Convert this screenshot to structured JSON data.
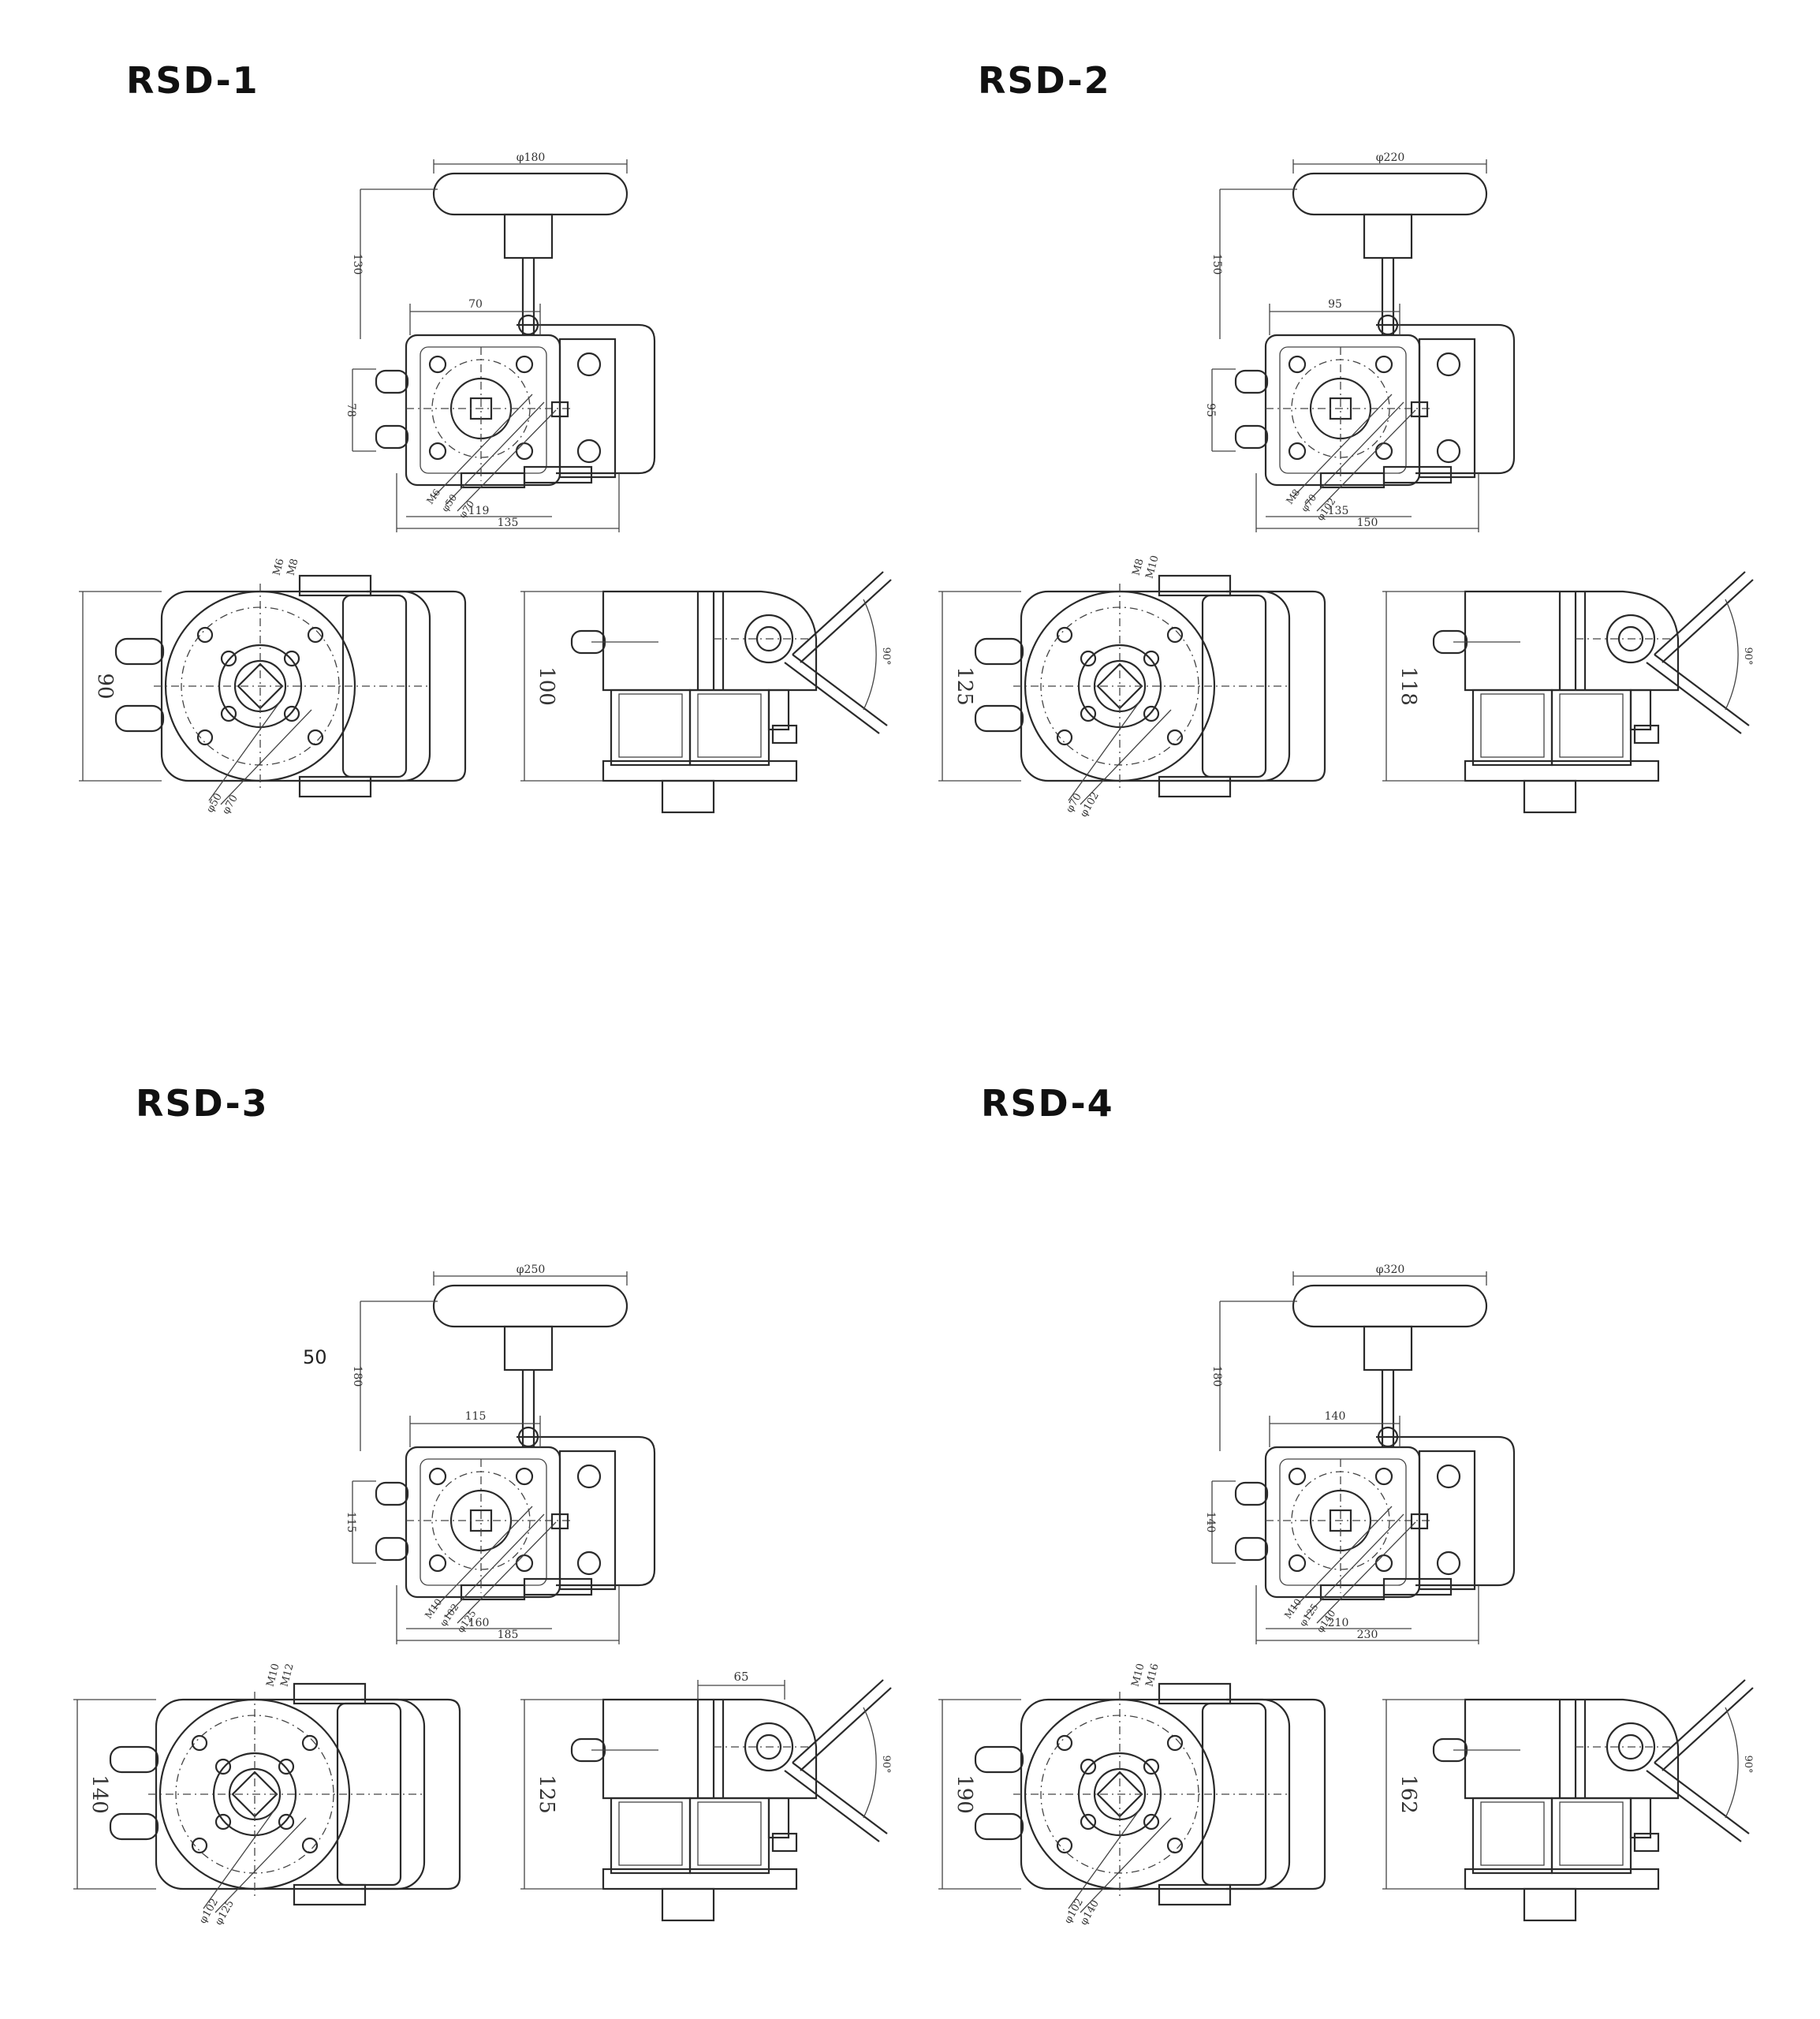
{
  "models": [
    {
      "title": "RSD-1",
      "top": {
        "wheel": "φ180",
        "height": "130",
        "width": "70",
        "side": "78",
        "inner": "119",
        "outer": "135",
        "m1": "M6",
        "m2": "φ50",
        "m3": "φ70"
      },
      "front": {
        "height": "90",
        "m1": "M6",
        "m2": "M8",
        "m3": "φ50",
        "m4": "φ70"
      },
      "side": {
        "height": "100",
        "angle": "90°"
      }
    },
    {
      "title": "RSD-2",
      "top": {
        "wheel": "φ220",
        "height": "150",
        "width": "95",
        "side": "95",
        "inner": "135",
        "outer": "150",
        "m1": "M8",
        "m2": "φ70",
        "m3": "φ102"
      },
      "front": {
        "height": "125",
        "m1": "M8",
        "m2": "M10",
        "m3": "φ70",
        "m4": "φ102"
      },
      "side": {
        "height": "118",
        "angle": "90°"
      }
    },
    {
      "title": "RSD-3",
      "note": "50",
      "top": {
        "wheel": "φ250",
        "height": "180",
        "width": "115",
        "side": "115",
        "inner": "160",
        "outer": "185",
        "m1": "M10",
        "m2": "φ102",
        "m3": "φ125"
      },
      "front": {
        "height": "140",
        "m1": "M10",
        "m2": "M12",
        "m3": "φ102",
        "m4": "φ125"
      },
      "side": {
        "height": "125",
        "angle": "90°",
        "extra": "65"
      }
    },
    {
      "title": "RSD-4",
      "top": {
        "wheel": "φ320",
        "height": "180",
        "width": "140",
        "side": "140",
        "inner": "210",
        "outer": "230",
        "m1": "M10",
        "m2": "φ125",
        "m3": "φ140"
      },
      "front": {
        "height": "190",
        "m1": "M10",
        "m2": "M16",
        "m3": "φ102",
        "m4": "φ140"
      },
      "side": {
        "height": "162",
        "angle": "90°"
      }
    }
  ]
}
